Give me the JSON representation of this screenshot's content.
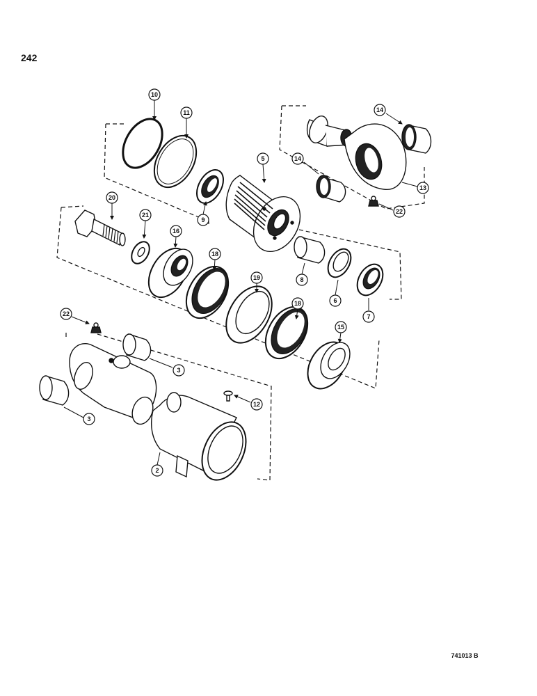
{
  "page": {
    "page_number": "242",
    "figure_code": "741013 B"
  },
  "callouts": {
    "c10": "10",
    "c11": "11",
    "c14a": "14",
    "c14b": "14",
    "c13": "13",
    "c22a": "22",
    "c5": "5",
    "c9": "9",
    "c20": "20",
    "c21": "21",
    "c16": "16",
    "c18a": "18",
    "c19": "19",
    "c8": "8",
    "c6": "6",
    "c7": "7",
    "c18b": "18",
    "c15": "15",
    "c22b": "22",
    "c3a": "3",
    "c3b": "3",
    "c12": "12",
    "c2": "2"
  },
  "colors": {
    "ink": "#111111",
    "paper": "#ffffff"
  }
}
